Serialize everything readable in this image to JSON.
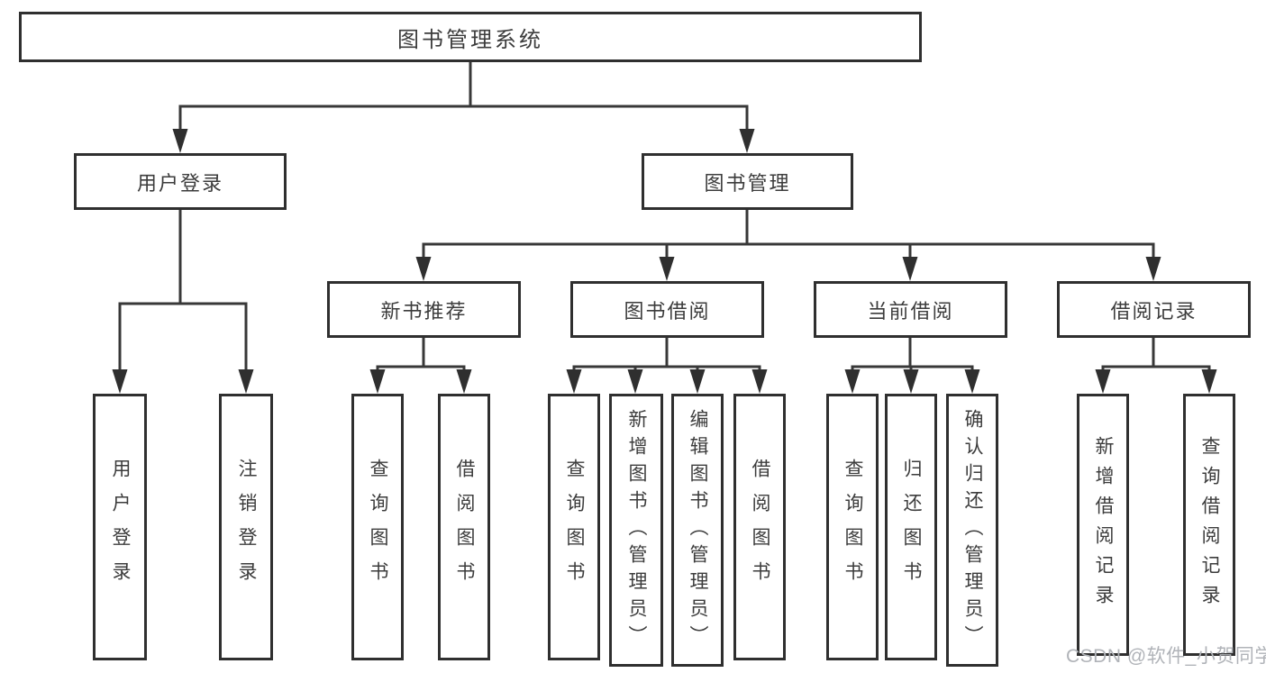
{
  "diagram": {
    "type": "hierarchy-tree",
    "root": {
      "label": "图书管理系统"
    },
    "level2": [
      {
        "label": "用户登录"
      },
      {
        "label": "图书管理"
      }
    ],
    "level3": [
      {
        "label": "新书推荐"
      },
      {
        "label": "图书借阅"
      },
      {
        "label": "当前借阅"
      },
      {
        "label": "借阅记录"
      }
    ],
    "leaves": {
      "user": [
        "用户登录",
        "注销登录"
      ],
      "new_book": [
        "查询图书",
        "借阅图书"
      ],
      "book_borrow": [
        "查询图书",
        "新增图书（管理员）",
        "编辑图书（管理员）",
        "借阅图书"
      ],
      "current_borrow": [
        "查询图书",
        "归还图书",
        "确认归还（管理员）"
      ],
      "borrow_records": [
        "新增借阅记录",
        "查询借阅记录"
      ]
    },
    "colors": {
      "box_border": "#2f2f2f",
      "line": "#383838",
      "text": "#3c3c3c"
    }
  },
  "watermark": {
    "text": "CSDN @软件_小贺同学",
    "color": "#b0b3b8"
  }
}
